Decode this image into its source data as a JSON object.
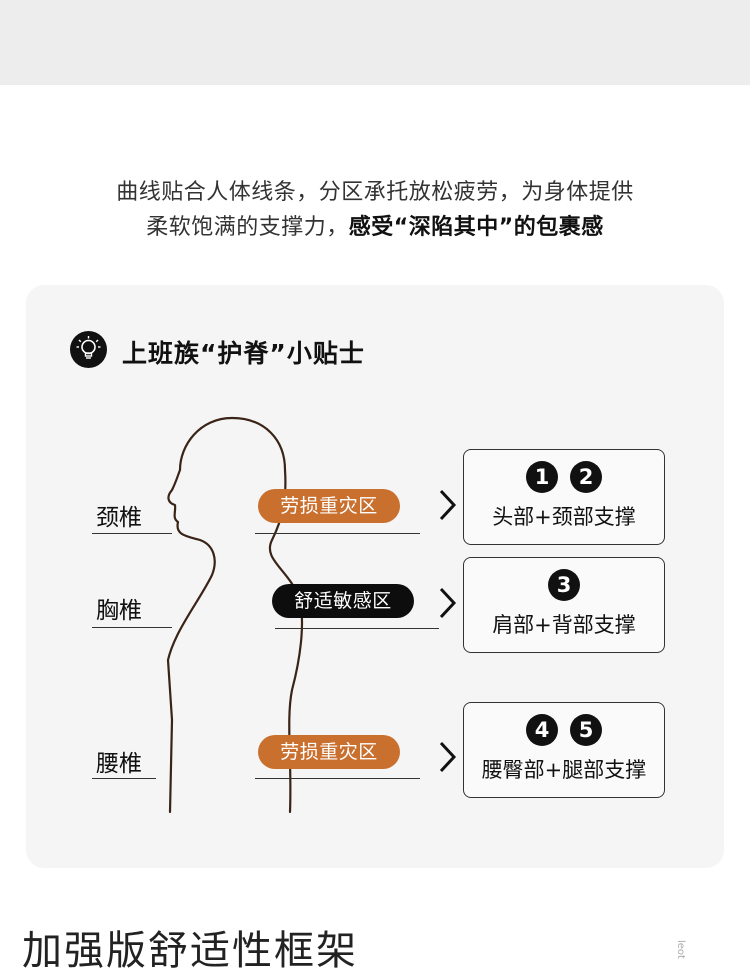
{
  "intro": {
    "line1": "曲线贴合人体线条，分区承托放松疲劳，为身体提供",
    "line2_prefix": "柔软饱满的支撑力，",
    "line2_bold": "感受“深陷其中”的包裹感"
  },
  "tip": {
    "icon": "lightbulb-icon",
    "title": "上班族“护脊”小贴士"
  },
  "rows": [
    {
      "label": "颈椎",
      "tag": "劳损重灾区",
      "tag_color": "#c9702f",
      "numbers": [
        "1",
        "2"
      ],
      "support": "头部+颈部支撑"
    },
    {
      "label": "胸椎",
      "tag": "舒适敏感区",
      "tag_color": "#0d0d0d",
      "numbers": [
        "3"
      ],
      "support": "肩部+背部支撑"
    },
    {
      "label": "腰椎",
      "tag": "劳损重灾区",
      "tag_color": "#c9702f",
      "numbers": [
        "4",
        "5"
      ],
      "support": "腰臀部+腿部支撑"
    }
  ],
  "colors": {
    "accent": "#c9702f",
    "outline": "#3a2418",
    "card_bg": "#f5f5f5"
  },
  "bottom": {
    "title": "加强版舒适性框架",
    "side_text": "leot"
  }
}
